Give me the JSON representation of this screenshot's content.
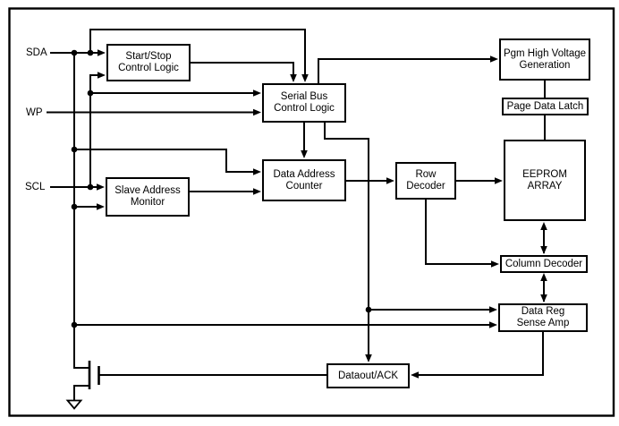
{
  "pins": {
    "sda": "SDA",
    "wp": "WP",
    "scl": "SCL"
  },
  "blocks": {
    "start_stop_control_logic": {
      "line1": "Start/Stop",
      "line2": "Control Logic"
    },
    "serial_bus_control_logic": {
      "line1": "Serial Bus",
      "line2": "Control Logic"
    },
    "data_address_counter": {
      "line1": "Data Address",
      "line2": "Counter"
    },
    "slave_address_monitor": {
      "line1": "Slave Address",
      "line2": "Monitor"
    },
    "row_decoder": {
      "line1": "Row",
      "line2": "Decoder"
    },
    "pgm_high_voltage_generation": {
      "line1": "Pgm High Voltage",
      "line2": "Generation"
    },
    "page_data_latch": {
      "line1": "Page Data Latch"
    },
    "eeprom_array": {
      "line1": "EEPROM",
      "line2": "ARRAY"
    },
    "column_decoder": {
      "line1": "Column Decoder"
    },
    "data_reg_sense_amp": {
      "line1": "Data Reg",
      "line2": "Sense Amp"
    },
    "dataout_ack": {
      "line1": "Dataout/ACK"
    }
  },
  "colors": {
    "line": "#000000",
    "background": "#ffffff"
  }
}
